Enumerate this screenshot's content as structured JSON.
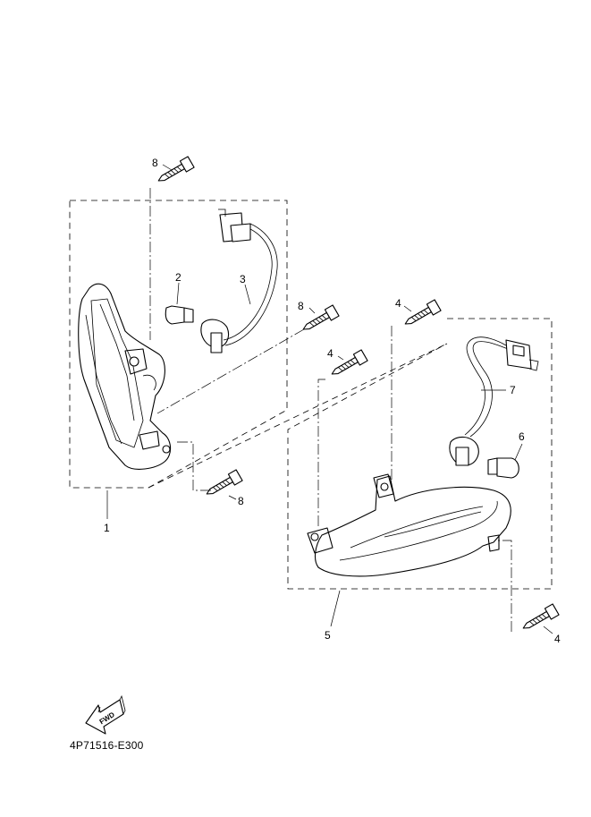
{
  "callouts": {
    "c1": "1",
    "c2": "2",
    "c3": "3",
    "c4a": "4",
    "c4b": "4",
    "c4c": "4",
    "c5": "5",
    "c6": "6",
    "c7": "7",
    "c8a": "8",
    "c8b": "8",
    "c8c": "8"
  },
  "fwd_label": "FWD",
  "diagram_code": "4P71516-E300"
}
